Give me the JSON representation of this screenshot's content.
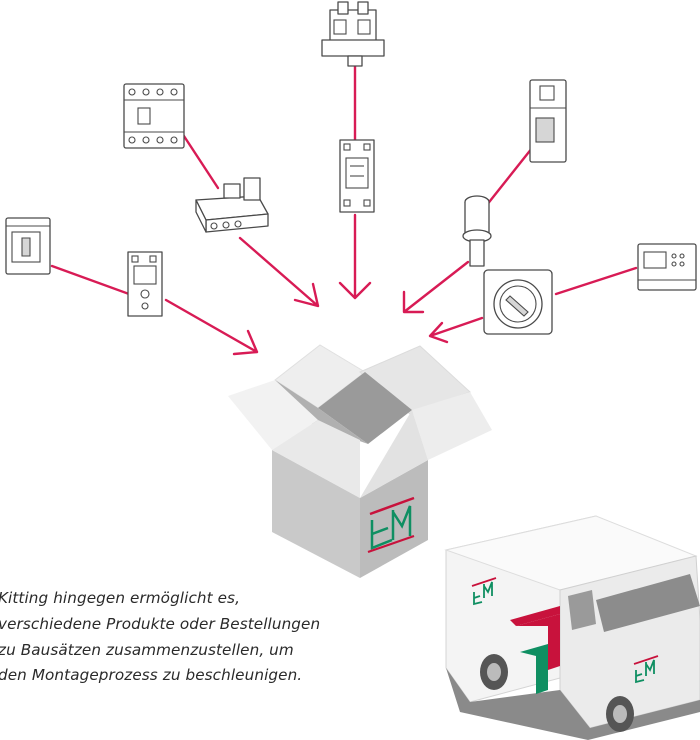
{
  "caption": {
    "lines": [
      "Kitting hingegen ermöglicht es,",
      "verschiedene Produkte oder Bestellungen",
      "zu Bausätzen zusammenzustellen, um",
      "den Montageprozess zu beschleunigen."
    ]
  },
  "logo": {
    "text": "EM"
  },
  "colors": {
    "arrow": "#d81b55",
    "logo_red": "#c8123c",
    "logo_green": "#0f8f62"
  }
}
